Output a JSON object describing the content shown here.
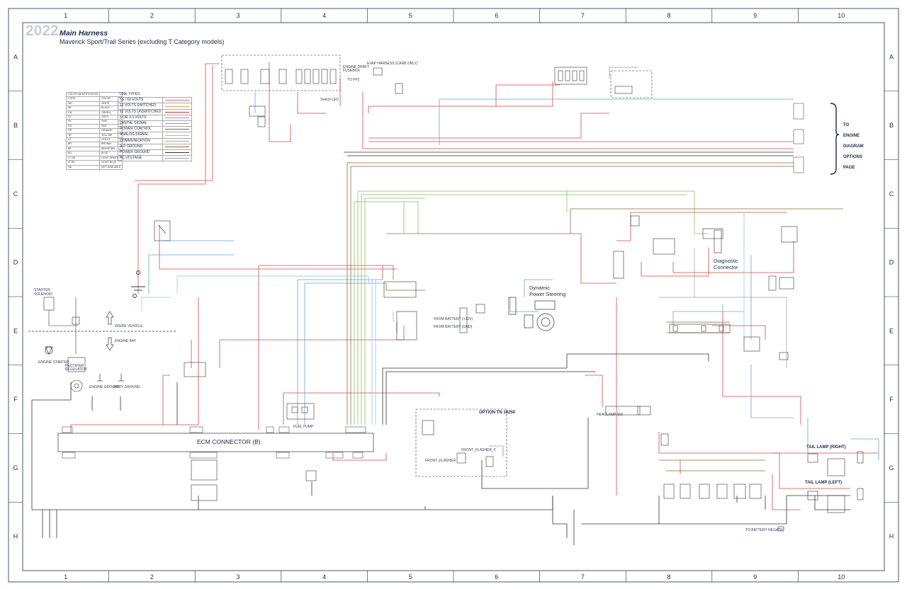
{
  "header": {
    "year": "2022",
    "title": "Main Harness",
    "subtitle": "Maverick Sport/Trail Series (excluding T Category models)"
  },
  "grid": {
    "columns": [
      "1",
      "2",
      "3",
      "4",
      "5",
      "6",
      "7",
      "8",
      "9",
      "10"
    ],
    "rows": [
      "A",
      "B",
      "C",
      "D",
      "E",
      "F",
      "G",
      "H"
    ]
  },
  "color_identification": {
    "header": [
      "COLOR IDENTIFICATION",
      ""
    ],
    "subheader": [
      "CODE",
      "COLOR"
    ],
    "rows": [
      [
        "WH",
        "WHITE"
      ],
      [
        "BK",
        "BLACK"
      ],
      [
        "GN",
        "GREEN"
      ],
      [
        "GY",
        "GREY"
      ],
      [
        "PK",
        "PINK"
      ],
      [
        "RD",
        "RED"
      ],
      [
        "OR",
        "ORANGE"
      ],
      [
        "YE",
        "YELLOW"
      ],
      [
        "VT",
        "VIOLET"
      ],
      [
        "BR",
        "BROWN"
      ],
      [
        "BE",
        "BEIGE/TAN"
      ],
      [
        "BU",
        "BLUE"
      ],
      [
        "LT GN",
        "LIGHT GREEN"
      ],
      [
        "LT BU",
        "LIGHT BLUE"
      ],
      [
        "NA",
        "NOT AVAILABLE"
      ]
    ]
  },
  "line_types": {
    "header": "LINE TYPES",
    "items": [
      {
        "label": "5S / 60 VOLTS",
        "color": "#e06b6b"
      },
      {
        "label": "12 VOLTS SWITCHED",
        "color": "#e8a050"
      },
      {
        "label": "12 VOLTS UNSWITCHED",
        "color": "#d03030"
      },
      {
        "label": "5 OR 3.3 VOLTS",
        "color": "#e070b0"
      },
      {
        "label": "DIGITAL SIGNAL",
        "color": "#6aa3d8"
      },
      {
        "label": "POWER CONTROL",
        "color": "#3a8a3a"
      },
      {
        "label": "ANALOG SIGNAL",
        "color": "#7fc4e8"
      },
      {
        "label": "COMMUNICATION",
        "color": "#8ac060"
      },
      {
        "label": "A-D GROUND",
        "color": "#8a6a3a"
      },
      {
        "label": "POWER GROUND",
        "color": "#333333"
      },
      {
        "label": "AC VOLTAGE",
        "color": "#a0a0a0"
      }
    ]
  },
  "labels": {
    "ecm_connector": "ECM CONNECTOR (B)",
    "option": "OPTION TN 10250",
    "dps_1": "Dynamic",
    "dps_2": "Power Steering",
    "diag_1": "Diagnostic",
    "diag_2": "Connector",
    "to_engine": [
      "TO",
      "ENGINE",
      "DIAGRAM",
      "OPTIONS",
      "PAGE"
    ],
    "tail_right": "TAIL LAMP (RIGHT)",
    "tail_left": "TAIL LAMP (LEFT)",
    "to_battery": "TO BATTERY NEGATIF",
    "starter_solenoid_1": "STARTER",
    "starter_solenoid_2": "SOLENOID",
    "engine_starter": "ENGINE STARTER",
    "engine_ground": "ENGINE GROUND",
    "body_ground": "BODY GROUND",
    "inside_vehicle": "INSIDE VEHICLE",
    "engine_bay": "ENGINE BAY",
    "evap": "EVAP HARNESS (CARB ONLY)",
    "to_fp2": "TO FP2",
    "engine_fusebox_1": "ENGINE DRAFT",
    "engine_fusebox_2": "FUSEBOX",
    "switch_led": "Switch LED",
    "fuel_pump": "FUEL PUMP",
    "headlamp": "HEADLAMP SW",
    "front_flasher": "FRONT_FLASHER_F",
    "front_flasher_2": "FRONT_FLASHER",
    "from_battery_1": "FROM BATTERY (+12V)",
    "from_battery_2": "FROM BATTERY (GND)",
    "rectifier": "RECTIFIER",
    "regulator": "REGULATOR"
  },
  "colors": {
    "border": "#1d2a4a",
    "red": "#d84848",
    "blue": "#6aa3d8",
    "green": "#8ac060",
    "brown": "#8a6a3a",
    "black": "#333333",
    "grey": "#9aa0a8"
  }
}
